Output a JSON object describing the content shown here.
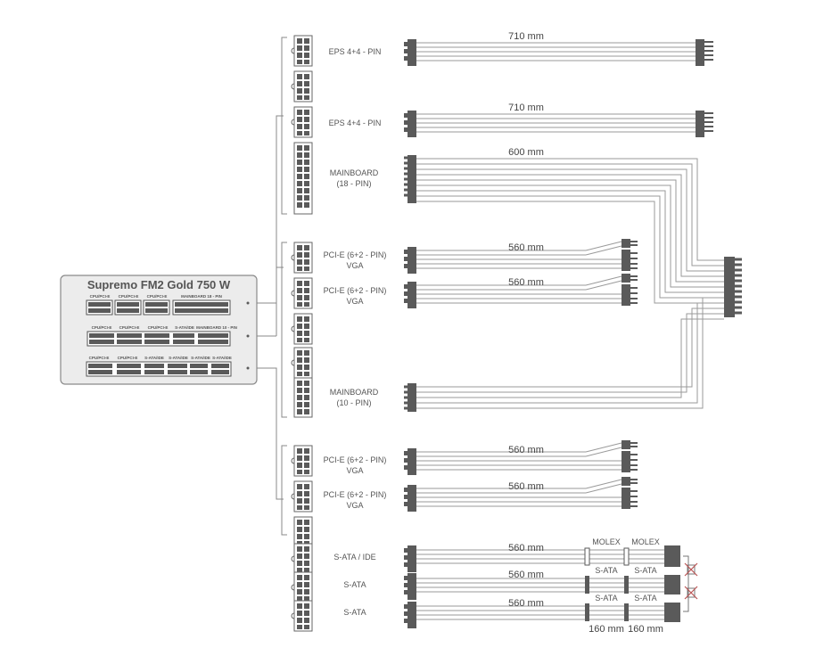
{
  "psu": {
    "title": "Supremo FM2 Gold 750 W",
    "row1_labels": [
      "CPU/PCI-E",
      "CPU/PCI-E",
      "CPU/PCI-E",
      "MAINBOARD 18 - PIN"
    ],
    "row2_labels": [
      "CPU/PCI-E",
      "CPU/PCI-E",
      "CPU/PCI-E",
      "S-ATA/IDE",
      "MAINBOARD 10 - PIN"
    ],
    "row3_labels": [
      "CPU/PCI-E",
      "CPU/PCI-E",
      "S-ATA/IDE",
      "S-ATA/IDE",
      "S-ATA/IDE",
      "S-ATA/IDE"
    ]
  },
  "cables": {
    "eps1": {
      "label": "EPS 4+4 - PIN",
      "length": "710 mm"
    },
    "eps2": {
      "label": "EPS 4+4 - PIN",
      "length": "710 mm"
    },
    "mb18": {
      "label_line1": "MAINBOARD",
      "label_line2": "(18 - PIN)",
      "length": "600 mm"
    },
    "pcie1": {
      "label_line1": "PCI-E (6+2 - PIN)",
      "label_line2": "VGA",
      "length": "560 mm"
    },
    "pcie2": {
      "label_line1": "PCI-E (6+2 - PIN)",
      "label_line2": "VGA",
      "length": "560 mm"
    },
    "mb10": {
      "label_line1": "MAINBOARD",
      "label_line2": "(10 - PIN)"
    },
    "pcie3": {
      "label_line1": "PCI-E (6+2 - PIN)",
      "label_line2": "VGA",
      "length": "560 mm"
    },
    "pcie4": {
      "label_line1": "PCI-E (6+2 - PIN)",
      "label_line2": "VGA",
      "length": "560 mm"
    },
    "sata_ide": {
      "label": "S-ATA / IDE",
      "length": "560 mm",
      "conn1": "MOLEX",
      "conn2": "MOLEX"
    },
    "sata1": {
      "label": "S-ATA",
      "length": "560 mm",
      "conn1": "S-ATA",
      "conn2": "S-ATA"
    },
    "sata2": {
      "label": "S-ATA",
      "length": "560 mm",
      "conn1": "S-ATA",
      "conn2": "S-ATA",
      "seg1": "160 mm",
      "seg2": "160 mm"
    }
  },
  "colors": {
    "connector": "#5a5a5a",
    "wire": "#9a9a9a",
    "panel": "#ececec",
    "panel_border": "#8a8a8a"
  }
}
